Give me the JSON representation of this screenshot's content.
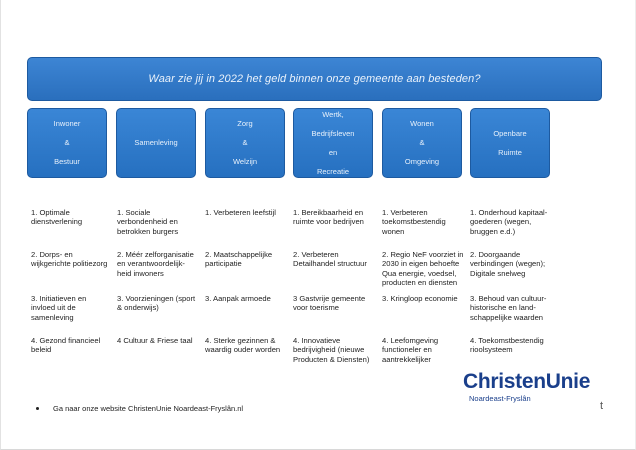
{
  "header": {
    "question": "Waar zie jij in 2022 het geld binnen onze gemeente aan besteden?"
  },
  "tiles": [
    {
      "lines": [
        "Inwoner",
        "&",
        "Bestuur"
      ]
    },
    {
      "lines": [
        "Samenleving"
      ]
    },
    {
      "lines": [
        "Zorg",
        "&",
        "Welzijn"
      ]
    },
    {
      "lines": [
        "Wertk,",
        "Bedrijfsleven",
        "en",
        "Recreatie"
      ]
    },
    {
      "lines": [
        "Wonen",
        "&",
        "Omgeving"
      ]
    },
    {
      "lines": [
        "Openbare",
        "Ruimte"
      ]
    }
  ],
  "rows": [
    [
      [
        "1. Optimale",
        "dienstverlening"
      ],
      [
        "1. Sociale",
        "verbondenheid en",
        "betrokken burgers"
      ],
      [
        "1. Verbeteren leefstijl"
      ],
      [
        "1. Bereikbaarheid en",
        "ruimte voor bedrijven"
      ],
      [
        "1. Verbeteren",
        "toekomstbestendig",
        "wonen"
      ],
      [
        "1. Onderhoud kapitaal-",
        "goederen (wegen,",
        "bruggen e.d.)"
      ]
    ],
    [
      [
        "2. Dorps- en",
        "wijkgerichte politiezorg"
      ],
      [
        "2. Méér zelforganisatie",
        "en verantwoordelijk-",
        "heid inwoners"
      ],
      [
        "2. Maatschappelijke",
        "participatie"
      ],
      [
        "2. Verbeteren",
        "Detailhandel structuur"
      ],
      [
        "2. Regio NeF voorziet in",
        "2030 in eigen behoefte",
        "Qua energie, voedsel,",
        "producten en diensten"
      ],
      [
        "2. Doorgaande",
        "verbindingen (wegen);",
        "Digitale snelweg"
      ]
    ],
    [
      [
        "3. Initiatieven en",
        "invloed uit de",
        "samenleving"
      ],
      [
        "3. Voorzieningen (sport",
        "& onderwijs)"
      ],
      [
        "3. Aanpak armoede"
      ],
      [
        "3 Gastvrije gemeente",
        "voor toerisme"
      ],
      [
        "3. Kringloop economie"
      ],
      [
        "3. Behoud van cultuur-",
        "historische en land-",
        "schappelijke waarden"
      ]
    ],
    [
      [
        "4. Gezond financieel",
        "beleid"
      ],
      [
        "4 Cultuur & Friese taal"
      ],
      [
        "4. Sterke gezinnen &",
        "waardig ouder worden"
      ],
      [
        "4. Innovatieve",
        "bedrijvigheid (nieuwe",
        "Producten & Diensten)"
      ],
      [
        "4. Leefomgeving",
        "functioneler en",
        "aantrekkelijker"
      ],
      [
        "4. Toekomstbestendig",
        "rioolsysteem"
      ]
    ]
  ],
  "logo": {
    "part1": "Christen",
    "part2": "Unie",
    "sub": "Noardeast-Fryslân",
    "accent_color": "#1a3f8b",
    "highlight_color": "#2f9fe0"
  },
  "footer": {
    "bullet_text": "Ga naar onze website ChristenUnie Noardeast-Fryslân.nl",
    "mark": "t"
  }
}
